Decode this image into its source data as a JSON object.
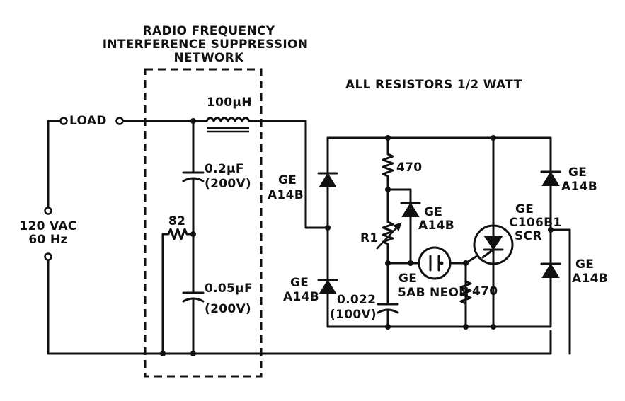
{
  "network_title": [
    "RADIO FREQUENCY",
    "INTERFERENCE SUPPRESSION",
    "NETWORK"
  ],
  "note": "ALL RESISTORS 1/2 WATT",
  "source": {
    "line1": "120 VAC",
    "line2": "60 Hz"
  },
  "load_label": "LOAD",
  "inductor": "100μH",
  "cap_top": {
    "value": "0.2μF",
    "rating": "(200V)"
  },
  "cap_bottom": {
    "value": "0.05μF",
    "rating": "(200V)"
  },
  "resistor_rfi": "82",
  "diode_top_left": {
    "line1": "GE",
    "line2": "A14B"
  },
  "diode_bottom_left": {
    "line1": "GE",
    "line2": "A14B"
  },
  "diode_top_right": {
    "line1": "GE",
    "line2": "A14B"
  },
  "diode_bottom_right": {
    "line1": "GE",
    "line2": "A14B"
  },
  "diode_trigger": {
    "line1": "GE",
    "line2": "A14B"
  },
  "resistor_top": "470",
  "resistor_gate": "470",
  "pot": "R1",
  "cap_timing": {
    "value": "0.022",
    "rating": "(100V)"
  },
  "neon": {
    "line1": "GE",
    "line2": "5AB NEON"
  },
  "scr": {
    "line1": "GE",
    "line2": "C106B1",
    "line3": "SCR"
  }
}
